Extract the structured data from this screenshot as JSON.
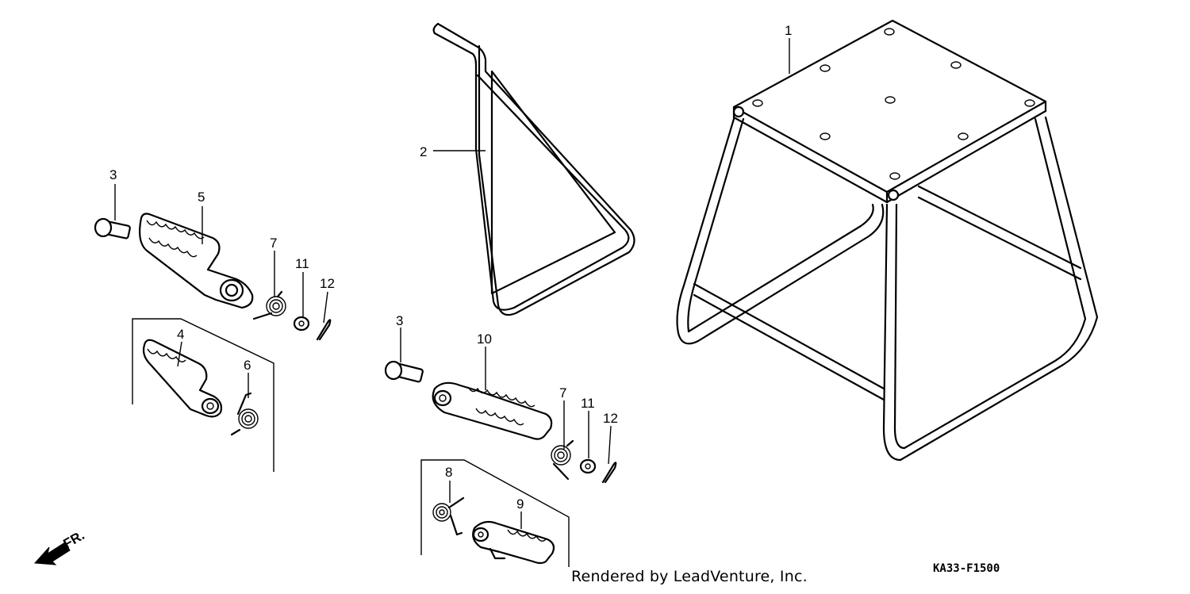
{
  "callouts": {
    "c1": "1",
    "c2": "2",
    "c3a": "3",
    "c3b": "3",
    "c4": "4",
    "c5": "5",
    "c6": "6",
    "c7a": "7",
    "c7b": "7",
    "c8": "8",
    "c9": "9",
    "c10": "10",
    "c11a": "11",
    "c11b": "11",
    "c12a": "12",
    "c12b": "12"
  },
  "direction_label": "FR.",
  "diagram_code": "KA33-F1500",
  "credit": "Rendered by LeadVenture, Inc."
}
